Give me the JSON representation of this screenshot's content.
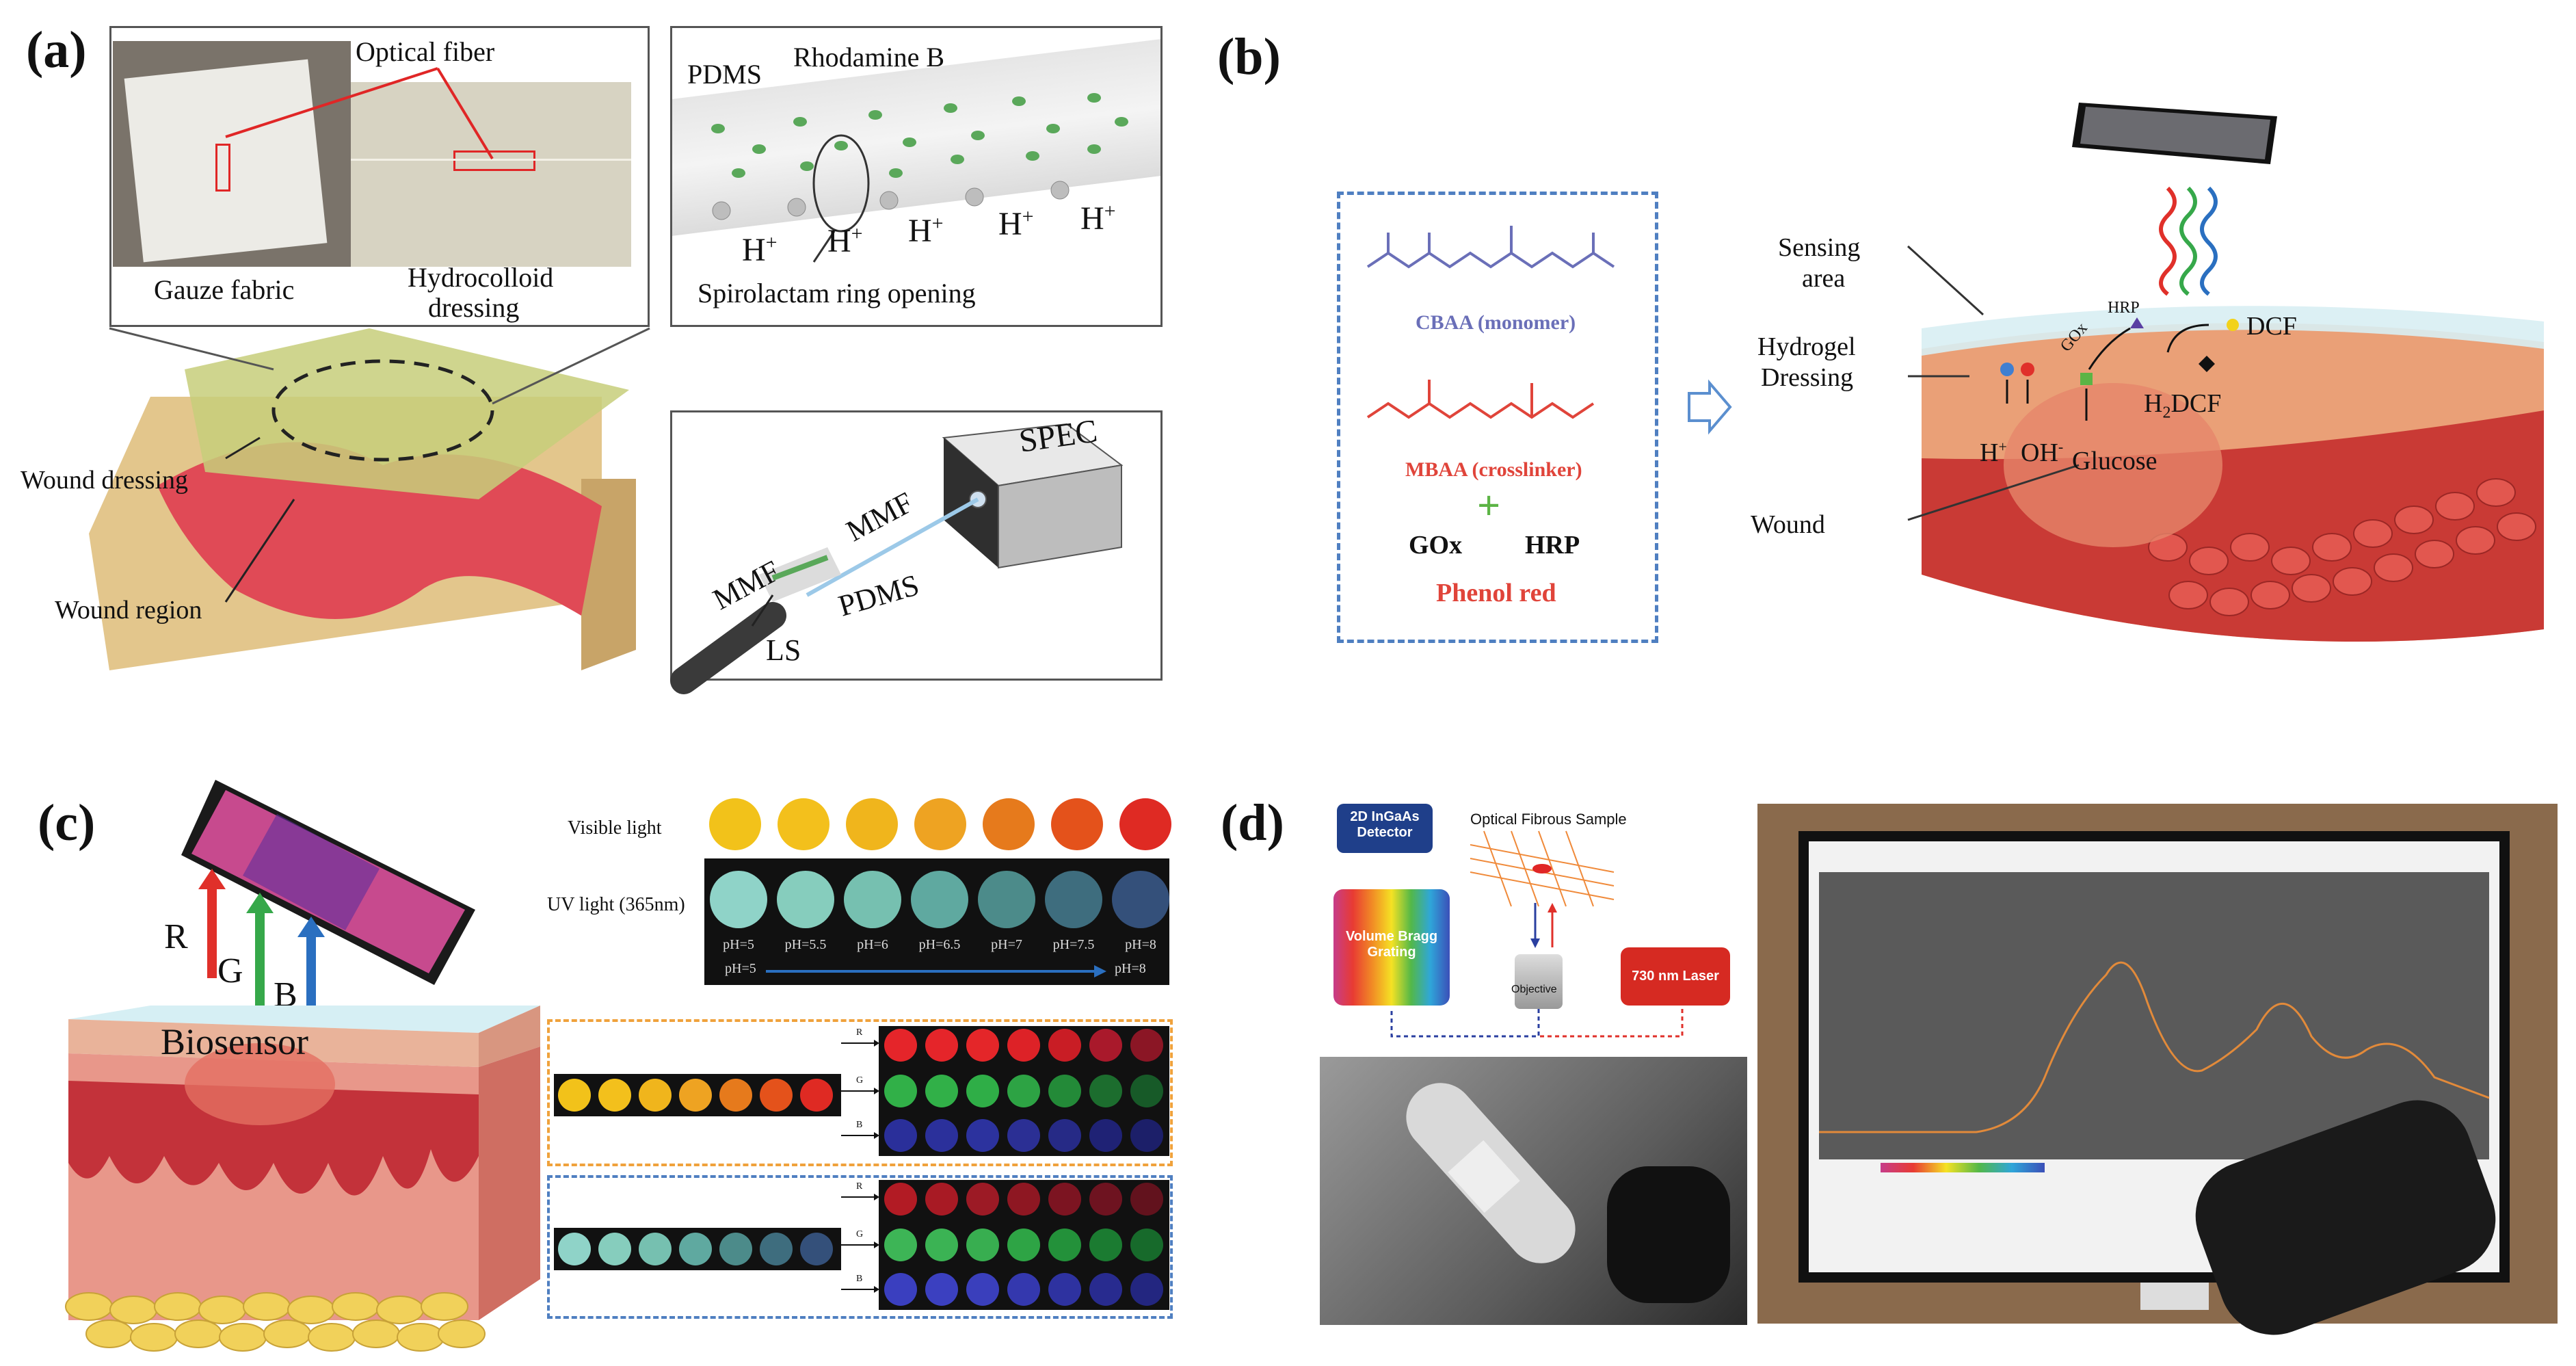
{
  "panels": {
    "a": {
      "label": "(a)",
      "optical_fiber": "Optical fiber",
      "gauze_fabric": "Gauze fabric",
      "hydrocolloid_line1": "Hydrocolloid",
      "hydrocolloid_line2": "dressing",
      "pdms": "PDMS",
      "rhodamine": "Rhodamine B",
      "proton": "H",
      "proton_sup": "+",
      "spirolactam": "Spirolactam ring opening",
      "wound_dressing": "Wound dressing",
      "wound_region": "Wound region",
      "spec": "SPEC",
      "mmf_right": "MMF",
      "mmf_left": "MMF",
      "pdms_setup": "PDMS",
      "ls": "LS"
    },
    "b": {
      "label": "(b)",
      "cbaa": "CBAA (monomer)",
      "mbaa": "MBAA (crosslinker)",
      "plus": "+",
      "gox": "GOx",
      "hrp": "HRP",
      "phenol_red": "Phenol red",
      "sensing_line1": "Sensing",
      "sensing_line2": "area",
      "hydrogel_line1": "Hydrogel",
      "hydrogel_line2": "Dressing",
      "wound": "Wound",
      "hrp_small": "HRP",
      "gox_small": "GOx",
      "dcf": "DCF",
      "h2dcf": "H",
      "h2dcf_sub": "2",
      "h2dcf_end": "DCF",
      "h_plus": "H",
      "h_plus_sup": "+",
      "oh_minus": "OH",
      "oh_sup": "-",
      "glucose": "Glucose"
    },
    "c": {
      "label": "(c)",
      "r": "R",
      "g": "G",
      "b": "B",
      "biosensor": "Biosensor",
      "visible_light": "Visible light",
      "uv_light": "UV light (365nm)",
      "ph_labels": [
        "pH=5",
        "pH=5.5",
        "pH=6",
        "pH=6.5",
        "pH=7",
        "pH=7.5",
        "pH=8"
      ],
      "ph_start": "pH=5",
      "ph_end": "pH=8",
      "channel_r": "R",
      "channel_g": "G",
      "channel_b": "B",
      "visible_colors": [
        "#f2c21a",
        "#f3c01c",
        "#f0b51c",
        "#eea322",
        "#e67a1c",
        "#e4521b",
        "#df2a23"
      ],
      "uv_colors": [
        "#8fd3c8",
        "#86cdbd",
        "#76c0b0",
        "#5fa9a0",
        "#4c8b8a",
        "#3e6d7e",
        "#34507a"
      ],
      "r_colors": [
        "#e5252a",
        "#e5252a",
        "#e42629",
        "#dd2227",
        "#c91d25",
        "#a9192b",
        "#8b1625"
      ],
      "g_colors": [
        "#31b048",
        "#31b048",
        "#2fae47",
        "#2da344",
        "#238a38",
        "#1c6d2e",
        "#175a28"
      ],
      "b_colors": [
        "#2a2f9a",
        "#2b309b",
        "#2c329e",
        "#2b2f94",
        "#262a86",
        "#1f2275",
        "#1c1f69"
      ],
      "r2_colors": [
        "#b21b24",
        "#a81a24",
        "#9c1a25",
        "#8e1722",
        "#7c1421",
        "#6e1320",
        "#62121d"
      ],
      "g2_colors": [
        "#3db556",
        "#3bb354",
        "#38ae50",
        "#2ea445",
        "#23913a",
        "#1b7b31",
        "#176a2b"
      ],
      "b2_colors": [
        "#3a3fbf",
        "#3b40c0",
        "#3a3fbc",
        "#3438ae",
        "#2e32a0",
        "#282b8f",
        "#232680"
      ]
    },
    "d": {
      "label": "(d)",
      "detector_line1": "2D InGaAs",
      "detector_line2": "Detector",
      "optical_sample": "Optical Fibrous Sample",
      "grating_line1": "Volume Bragg",
      "grating_line2": "Grating",
      "objective": "Objective",
      "laser": "730 nm Laser"
    }
  },
  "colors": {
    "dashed_blue": "#4f7fc1",
    "dashed_orange": "#f0a23c",
    "cbaa_text": "#6a6fb8",
    "mbaa_text": "#e0443a",
    "plus_green": "#5cb445",
    "arrow_red": "#e0302a",
    "arrow_green": "#36a84a",
    "arrow_blue": "#2a6fc0"
  }
}
